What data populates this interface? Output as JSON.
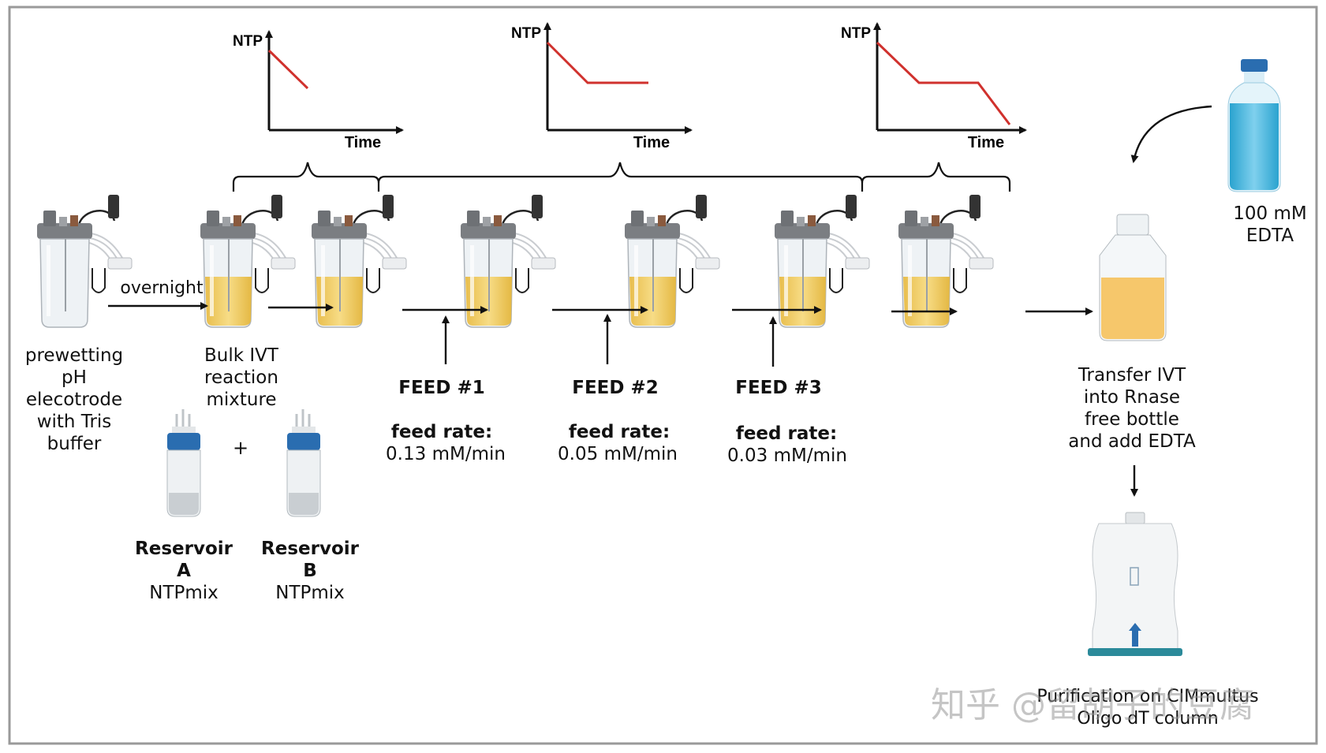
{
  "mini_charts": [
    {
      "y_label": "NTP",
      "x_label": "Time",
      "profile": "decreasing"
    },
    {
      "y_label": "NTP",
      "x_label": "Time",
      "profile": "decrease-then-plateau"
    },
    {
      "y_label": "NTP",
      "x_label": "Time",
      "profile": "decrease-plateau-decrease"
    }
  ],
  "labels": {
    "overnight": "overnight",
    "prewetting": "prewetting\npH\nelecotrode\nwith Tris\nbuffer",
    "bulk": "Bulk IVT\nreaction\nmixture",
    "plus": "+",
    "reservoir_a_title": "Reservoir\nA",
    "reservoir_a_sub": "NTPmix",
    "reservoir_b_title": "Reservoir\nB",
    "reservoir_b_sub": "NTPmix",
    "transfer": "Transfer IVT\ninto Rnase\nfree bottle\nand add EDTA",
    "edta": "100 mM\nEDTA",
    "purification": "Purification on CIMmultus\nOligo dT column"
  },
  "feeds": [
    {
      "title": "FEED #1",
      "rate_label": "feed rate:",
      "rate": "0.13 mM/min"
    },
    {
      "title": "FEED #2",
      "rate_label": "feed rate:",
      "rate": "0.05 mM/min"
    },
    {
      "title": "FEED #3",
      "rate_label": "feed rate:",
      "rate": "0.03 mM/min"
    }
  ],
  "watermark": "知乎 @留胡子的豆腐",
  "colors": {
    "border": "#9a9a9a",
    "profile_line": "#d0312d",
    "reaction_liquid": "#f2cf6a",
    "edta_liquid": "#49b8dc",
    "reservoir_cap": "#2a6db0",
    "column_accent": "#2b8a9a"
  }
}
